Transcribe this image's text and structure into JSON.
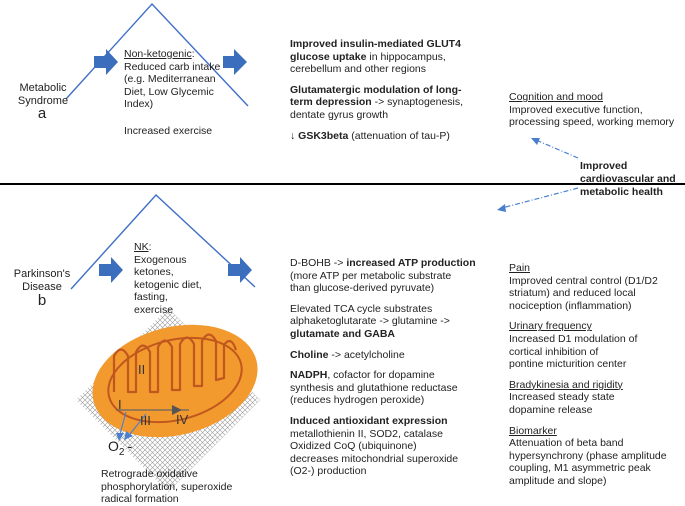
{
  "panel_a": {
    "side_label_line1": "Metabolic",
    "side_label_line2": "Syndrome",
    "letter": "a",
    "intervention": {
      "title": "Non-ketogenic",
      "title_suffix": ":",
      "lines": [
        "Reduced carb intake",
        "(e.g. Mediterranean",
        "Diet, Low Glycemic",
        "Index)"
      ],
      "extra": "Increased exercise"
    },
    "mechanisms": [
      {
        "lines": [
          [
            {
              "text": "Improved insulin-mediated GLUT4",
              "bold": true
            }
          ],
          [
            {
              "text": "glucose uptake",
              "bold": true
            },
            {
              "text": " in hippocampus,",
              "bold": false
            }
          ],
          [
            {
              "text": "cerebellum and other regions",
              "bold": false
            }
          ]
        ]
      },
      {
        "lines": [
          [
            {
              "text": "Glutamatergic modulation of long-",
              "bold": true
            }
          ],
          [
            {
              "text": "term depression",
              "bold": true
            },
            {
              "text": " -> synaptogenesis,",
              "bold": false
            }
          ],
          [
            {
              "text": "dentate gyrus growth",
              "bold": false
            }
          ]
        ]
      },
      {
        "lines": [
          [
            {
              "text": "↓ ",
              "bold": false
            },
            {
              "text": "GSK3beta",
              "bold": true
            },
            {
              "text": " (attenuation of tau-P)",
              "bold": false
            }
          ]
        ]
      }
    ],
    "outcome": {
      "title": "Cognition and mood",
      "lines": [
        "Improved executive function,",
        "processing speed, working memory"
      ]
    }
  },
  "center_label": [
    "Improved",
    "cardiovascular and",
    "metabolic health"
  ],
  "panel_b": {
    "side_label_line1": "Parkinson's",
    "side_label_line2": "Disease",
    "letter": "b",
    "intervention": {
      "title": "NK",
      "title_suffix": ":",
      "lines": [
        "Exogenous",
        "ketones,",
        "ketogenic diet,",
        "fasting,",
        "exercise"
      ]
    },
    "mito_labels": {
      "c1": "I",
      "c2": "II",
      "c3": "III",
      "c4": "IV",
      "o2": "O",
      "o2_sub": "2",
      "o2_charge": "-"
    },
    "mito_caption": [
      "Retrograde oxidative",
      "phosphorylation, superoxide",
      "radical formation"
    ],
    "mechanisms": [
      {
        "lines": [
          [
            {
              "text": "D-BOHB -> ",
              "bold": false
            },
            {
              "text": "increased ATP production",
              "bold": true
            }
          ],
          [
            {
              "text": "(more ATP per metabolic substrate",
              "bold": false
            }
          ],
          [
            {
              "text": "than glucose-derived pyruvate)",
              "bold": false
            }
          ]
        ]
      },
      {
        "lines": [
          [
            {
              "text": "Elevated TCA cycle substrates",
              "bold": false
            }
          ],
          [
            {
              "text": "alphaketoglutarate -> glutamine ->",
              "bold": false
            }
          ],
          [
            {
              "text": "glutamate and GABA",
              "bold": true
            }
          ]
        ]
      },
      {
        "lines": [
          [
            {
              "text": "Choline",
              "bold": true
            },
            {
              "text": " -> acetylcholine",
              "bold": false
            }
          ]
        ]
      },
      {
        "lines": [
          [
            {
              "text": "NADPH",
              "bold": true
            },
            {
              "text": ", cofactor for dopamine",
              "bold": false
            }
          ],
          [
            {
              "text": "synthesis and glutathione reductase",
              "bold": false
            }
          ],
          [
            {
              "text": "(reduces hydrogen peroxide)",
              "bold": false
            }
          ]
        ]
      },
      {
        "lines": [
          [
            {
              "text": "Induced antioxidant expression",
              "bold": true
            }
          ],
          [
            {
              "text": "metallothienin II, SOD2, catalase",
              "bold": false
            }
          ],
          [
            {
              "text": "Oxidized CoQ (ubiquinone)",
              "bold": false
            }
          ],
          [
            {
              "text": "decreases mitochondrial superoxide",
              "bold": false
            }
          ],
          [
            {
              "text": "(O2-) production",
              "bold": false
            }
          ]
        ]
      }
    ],
    "outcomes": [
      {
        "title": "Pain",
        "lines": [
          "Improved central control (D1/D2",
          "striatum) and reduced local",
          "nociception (inflammation)"
        ]
      },
      {
        "title": "Urinary frequency",
        "lines": [
          "Increased D1 modulation of",
          "cortical inhibition of",
          "pontine micturition center"
        ]
      },
      {
        "title": "Bradykinesia and rigidity",
        "lines": [
          "Increased steady state",
          "dopamine release"
        ]
      },
      {
        "title": "Biomarker",
        "lines": [
          "Attenuation of beta band",
          "hypersynchrony (phase amplitude",
          "coupling, M1 asymmetric peak",
          "amplitude and slope)"
        ]
      }
    ]
  },
  "colors": {
    "line_blue": "#3f6fc6",
    "arrow_blue": "#3b6fbe",
    "dash_blue": "#4a7fd0",
    "mito_outer": "#f39a2e",
    "mito_inner": "#c0571f",
    "hatch": "#9a9a9a",
    "divider": "#000000"
  }
}
